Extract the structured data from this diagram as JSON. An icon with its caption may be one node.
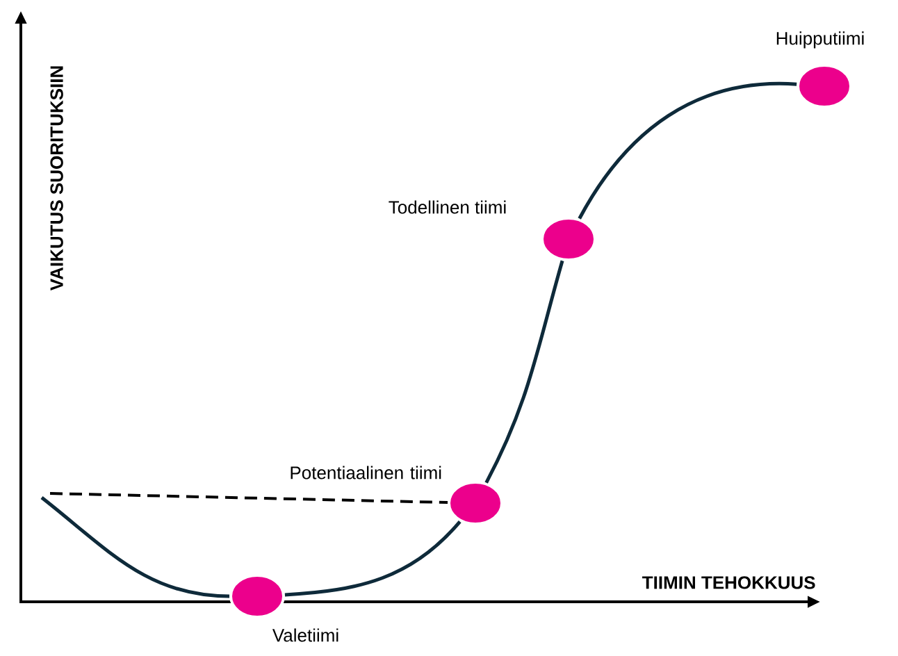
{
  "diagram": {
    "nodes": [
      {
        "text": [],
        "shape": "circle",
        "beside": [
          "Valetiimi"
        ]
      },
      {
        "text": [],
        "shape": "circle",
        "beside": [
          "Potentiaalinen tiimi"
        ]
      },
      {
        "text": [],
        "shape": "circle",
        "beside": [
          "Todellinen tiimi"
        ]
      },
      {
        "text": [],
        "shape": "circle",
        "beside": [
          "Huipputiimi"
        ]
      }
    ],
    "edges": [
      {
        "from": null,
        "to": 0,
        "arrow": "none"
      },
      {
        "from": 0,
        "to": 1,
        "arrow": "none"
      },
      {
        "from": 1,
        "to": 2,
        "arrow": "none"
      },
      {
        "from": 2,
        "to": 3,
        "arrow": "none"
      },
      {
        "from": null,
        "to": 1,
        "arrow": "none",
        "style": "dashed"
      }
    ],
    "labels": [
      "VAIKUTUS SUORITUKSIIN",
      "TIIMIN TEHOKKUUS"
    ]
  }
}
